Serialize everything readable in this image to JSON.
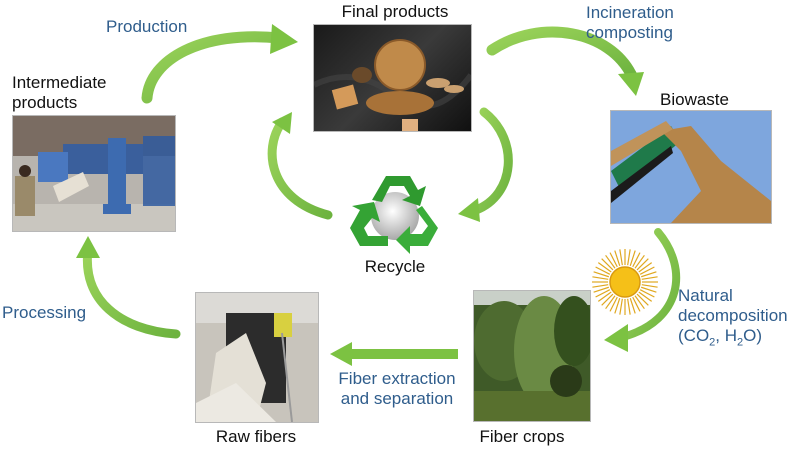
{
  "diagram": {
    "title": "Natural fiber life cycle",
    "nodes": {
      "final_products": {
        "label": "Final products",
        "image": "final-products-photo"
      },
      "intermediate_products": {
        "label_line1": "Intermediate",
        "label_line2": "products",
        "image": "processing-machine-photo"
      },
      "biowaste": {
        "label": "Biowaste",
        "image": "wood-chips-conveyor-photo"
      },
      "raw_fibers": {
        "label": "Raw fibers",
        "image": "raw-fiber-machine-photo"
      },
      "fiber_crops": {
        "label": "Fiber crops",
        "image": "fiber-crop-field-photo"
      },
      "recycle": {
        "label": "Recycle",
        "icon": "recycle-icon"
      }
    },
    "transitions": {
      "production": "Production",
      "incineration_line1": "Incineration",
      "incineration_line2": "composting",
      "natural_line1": "Natural",
      "natural_line2": "decomposition",
      "natural_line3_pre": "(CO",
      "natural_sub1": "2",
      "natural_mid": ", H",
      "natural_sub2": "2",
      "natural_post": "O)",
      "extraction_line1": "Fiber extraction",
      "extraction_line2": "and separation",
      "processing": "Processing"
    },
    "colors": {
      "arrow_green": "#7cc242",
      "label_blue": "#2f5d8c",
      "label_black": "#111111"
    }
  }
}
